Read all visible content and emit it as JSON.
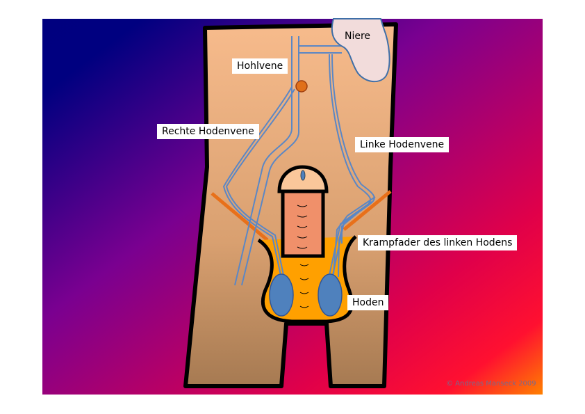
{
  "labels": {
    "niere": "Niere",
    "hohlvene": "Hohlvene",
    "rechte_hodenvene": "Rechte Hodenvene",
    "linke_hodenvene": "Linke Hodenvene",
    "krampfader": "Krampfader des linken Hodens",
    "hoden": "Hoden"
  },
  "copyright": "© Andreas Manseck 2009",
  "colors": {
    "bg_top_left": "#00007f",
    "bg_mid": "#8a0088",
    "bg_red": "#ff0033",
    "bg_bottom_right": "#ff8000",
    "skin_top": "#f7bb8c",
    "skin_bottom": "#a67a52",
    "vein": "#5b87c5",
    "testis": "#4f81bd",
    "scrotum": "#ffa000",
    "penis": "#f0906a",
    "kidney": "#f2dcdb",
    "groin_line": "#e8701a"
  }
}
